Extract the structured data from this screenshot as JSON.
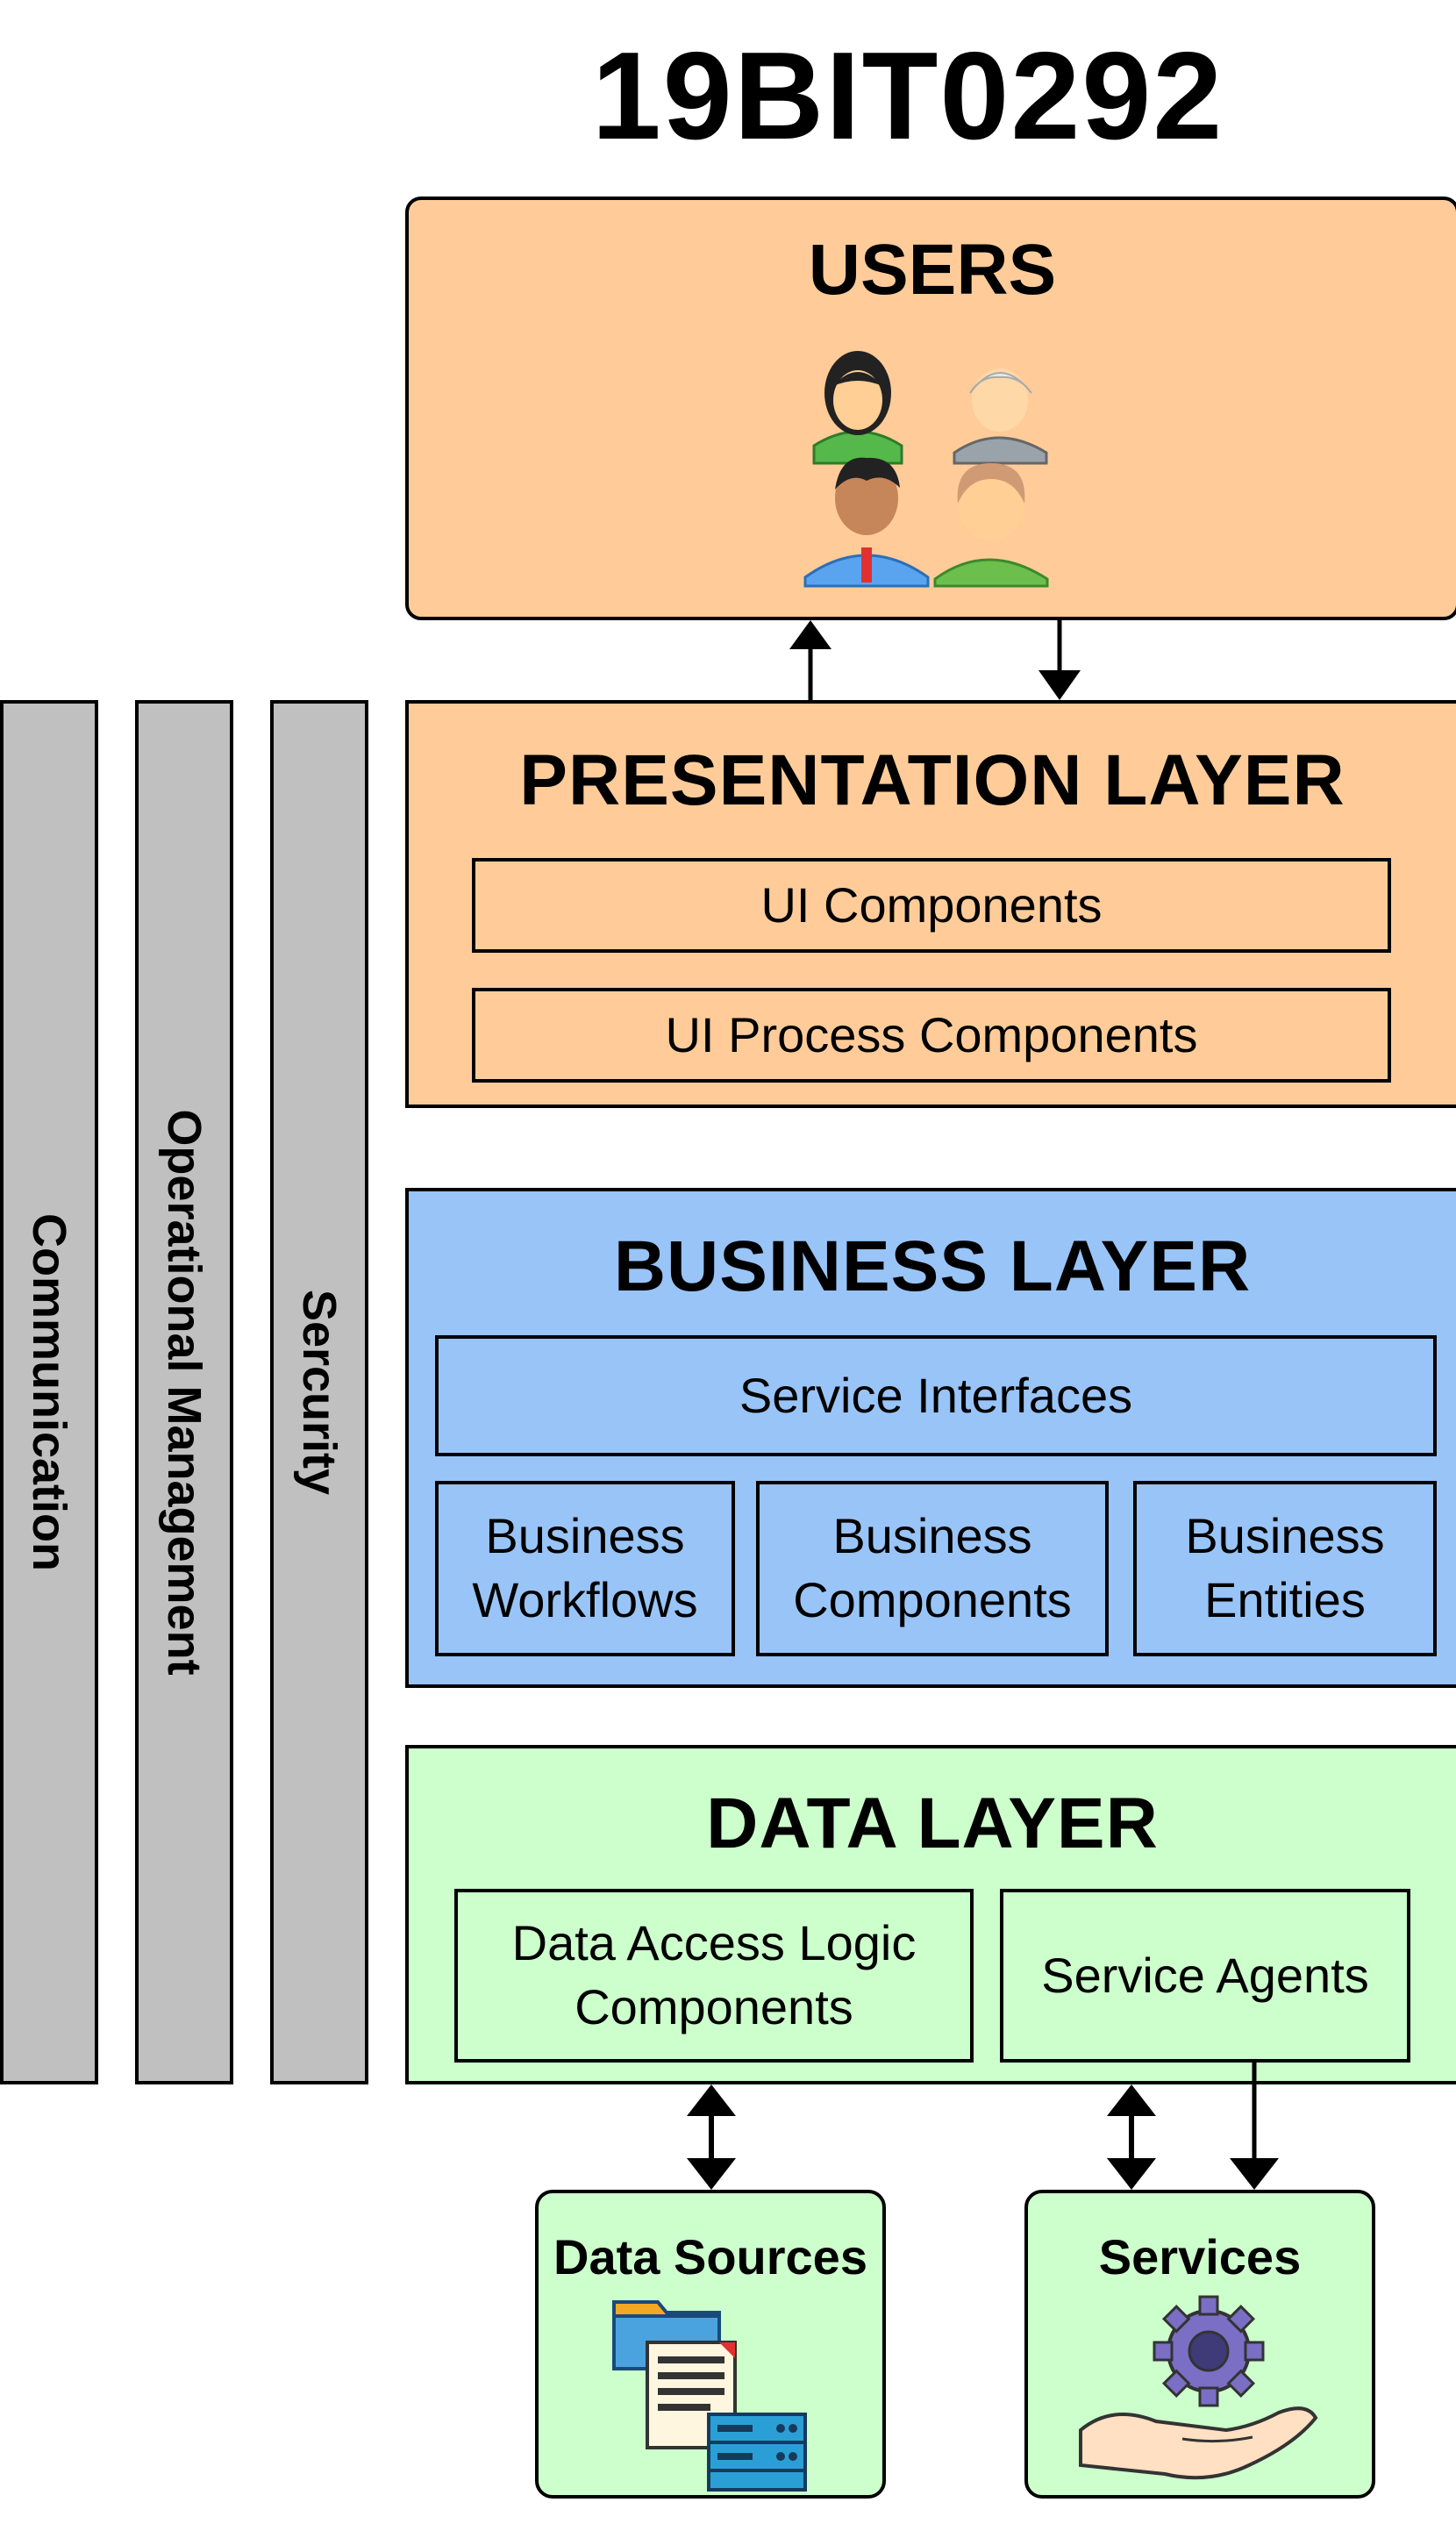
{
  "title": "19BIT0292",
  "users": {
    "title": "USERS",
    "icon": "users-group-icon"
  },
  "presentation": {
    "title": "PRESENTATION LAYER",
    "components": [
      "UI Components",
      "UI Process Components"
    ]
  },
  "business": {
    "title": "BUSINESS LAYER",
    "service_interfaces": "Service Interfaces",
    "workflows": "Business\nWorkflows",
    "components": "Business\nComponents",
    "entities": "Business\nEntities"
  },
  "data": {
    "title": "DATA LAYER",
    "access_logic": "Data Access Logic\nComponents",
    "service_agents": "Service Agents"
  },
  "cross_cutting": [
    "Communication",
    "Operational Management",
    "Sercurity"
  ],
  "external": {
    "data_sources": "Data Sources",
    "services": "Services"
  },
  "colors": {
    "users_fill": "#ffcc99",
    "presentation_fill": "#ffcc99",
    "business_fill": "#99c4f7",
    "data_fill": "#ccffcc",
    "cross_cutting_fill": "#c0c0c0"
  }
}
